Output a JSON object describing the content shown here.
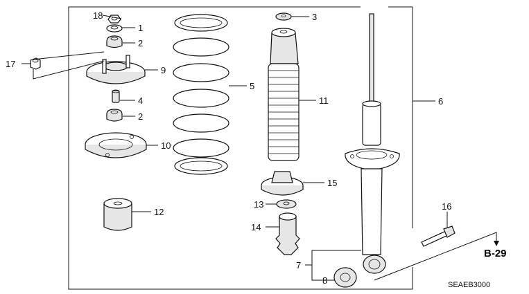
{
  "callouts": {
    "c18": "18",
    "c1": "1",
    "c2a": "2",
    "c17": "17",
    "c9": "9",
    "c4": "4",
    "c2b": "2",
    "c10": "10",
    "c12": "12",
    "c5": "5",
    "c3": "3",
    "c11": "11",
    "c15": "15",
    "c13": "13",
    "c14": "14",
    "c7": "7",
    "c8": "8",
    "c6": "6",
    "c16": "16"
  },
  "reference": "B-29",
  "drawing_code": "SEAEB3000"
}
